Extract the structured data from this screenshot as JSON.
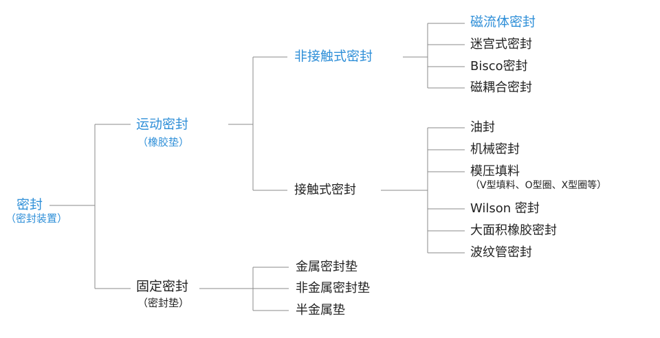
{
  "diagram": {
    "colors": {
      "accent": "#2f8fd8",
      "text": "#222222",
      "line": "#8a8a8a"
    },
    "root": {
      "label": "密封",
      "sublabel": "（密封装置）"
    },
    "motion": {
      "label": "运动密封",
      "sublabel": "（橡胶垫）"
    },
    "static": {
      "label": "固定密封",
      "sublabel": "（密封垫）"
    },
    "noncontact": {
      "label": "非接触式密封",
      "items": [
        "磁流体密封",
        "迷宫式密封",
        "Bisco密封",
        "磁耦合密封"
      ]
    },
    "contact": {
      "label": "接触式密封",
      "items": [
        "油封",
        "机械密封",
        "模压填料",
        "Wilson 密封",
        "大面积橡胶密封",
        "波纹管密封"
      ],
      "note": "（V型填料、O型圈、X型圈等）"
    },
    "static_items": [
      "金属密封垫",
      "非金属密封垫",
      "半金属垫"
    ]
  }
}
